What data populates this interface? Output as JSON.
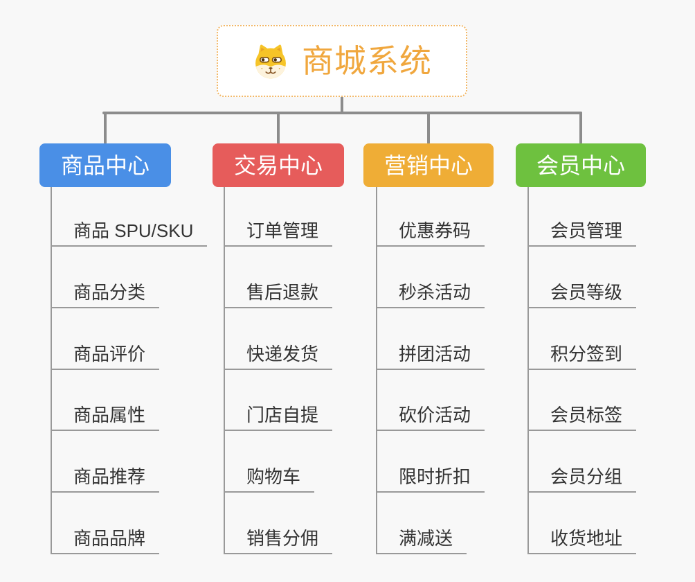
{
  "root": {
    "title": "商城系统",
    "icon": "dog-face-icon"
  },
  "branches": [
    {
      "label": "商品中心",
      "color": "#4a8fe6",
      "items": [
        "商品 SPU/SKU",
        "商品分类",
        "商品评价",
        "商品属性",
        "商品推荐",
        "商品品牌"
      ]
    },
    {
      "label": "交易中心",
      "color": "#e65c5b",
      "items": [
        "订单管理",
        "售后退款",
        "快递发货",
        "门店自提",
        "购物车",
        "销售分佣"
      ]
    },
    {
      "label": "营销中心",
      "color": "#efad36",
      "items": [
        "优惠券码",
        "秒杀活动",
        "拼团活动",
        "砍价活动",
        "限时折扣",
        "满减送"
      ]
    },
    {
      "label": "会员中心",
      "color": "#6ec13f",
      "items": [
        "会员管理",
        "会员等级",
        "积分签到",
        "会员标签",
        "会员分组",
        "收货地址"
      ]
    }
  ],
  "colors": {
    "canvas_bg": "#f8f8f8",
    "connector": "#8c8c8c",
    "underline": "#999999",
    "root_border": "#f2b766",
    "root_title": "#f0a73e",
    "subtopic_text": "#333333"
  }
}
